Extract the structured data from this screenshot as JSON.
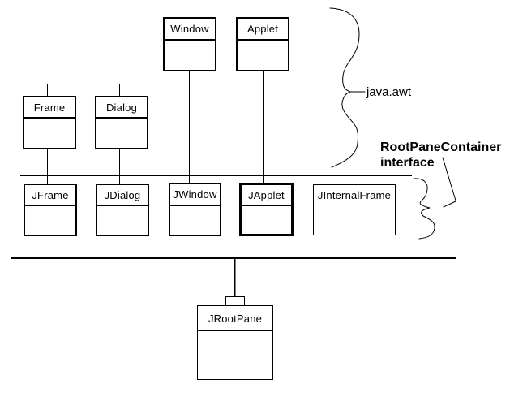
{
  "diagram": {
    "classes": [
      {
        "name": "Window"
      },
      {
        "name": "Applet"
      },
      {
        "name": "Frame"
      },
      {
        "name": "Dialog"
      },
      {
        "name": "JFrame"
      },
      {
        "name": "JDialog"
      },
      {
        "name": "JWindow"
      },
      {
        "name": "JApplet"
      },
      {
        "name": "JInternalFrame"
      },
      {
        "name": "JRootPane"
      }
    ],
    "annotations": {
      "package": "java.awt",
      "interface_line1": "RootPaneContainer",
      "interface_line2": "interface"
    },
    "colors": {
      "stroke": "#000000",
      "background": "#ffffff"
    }
  }
}
